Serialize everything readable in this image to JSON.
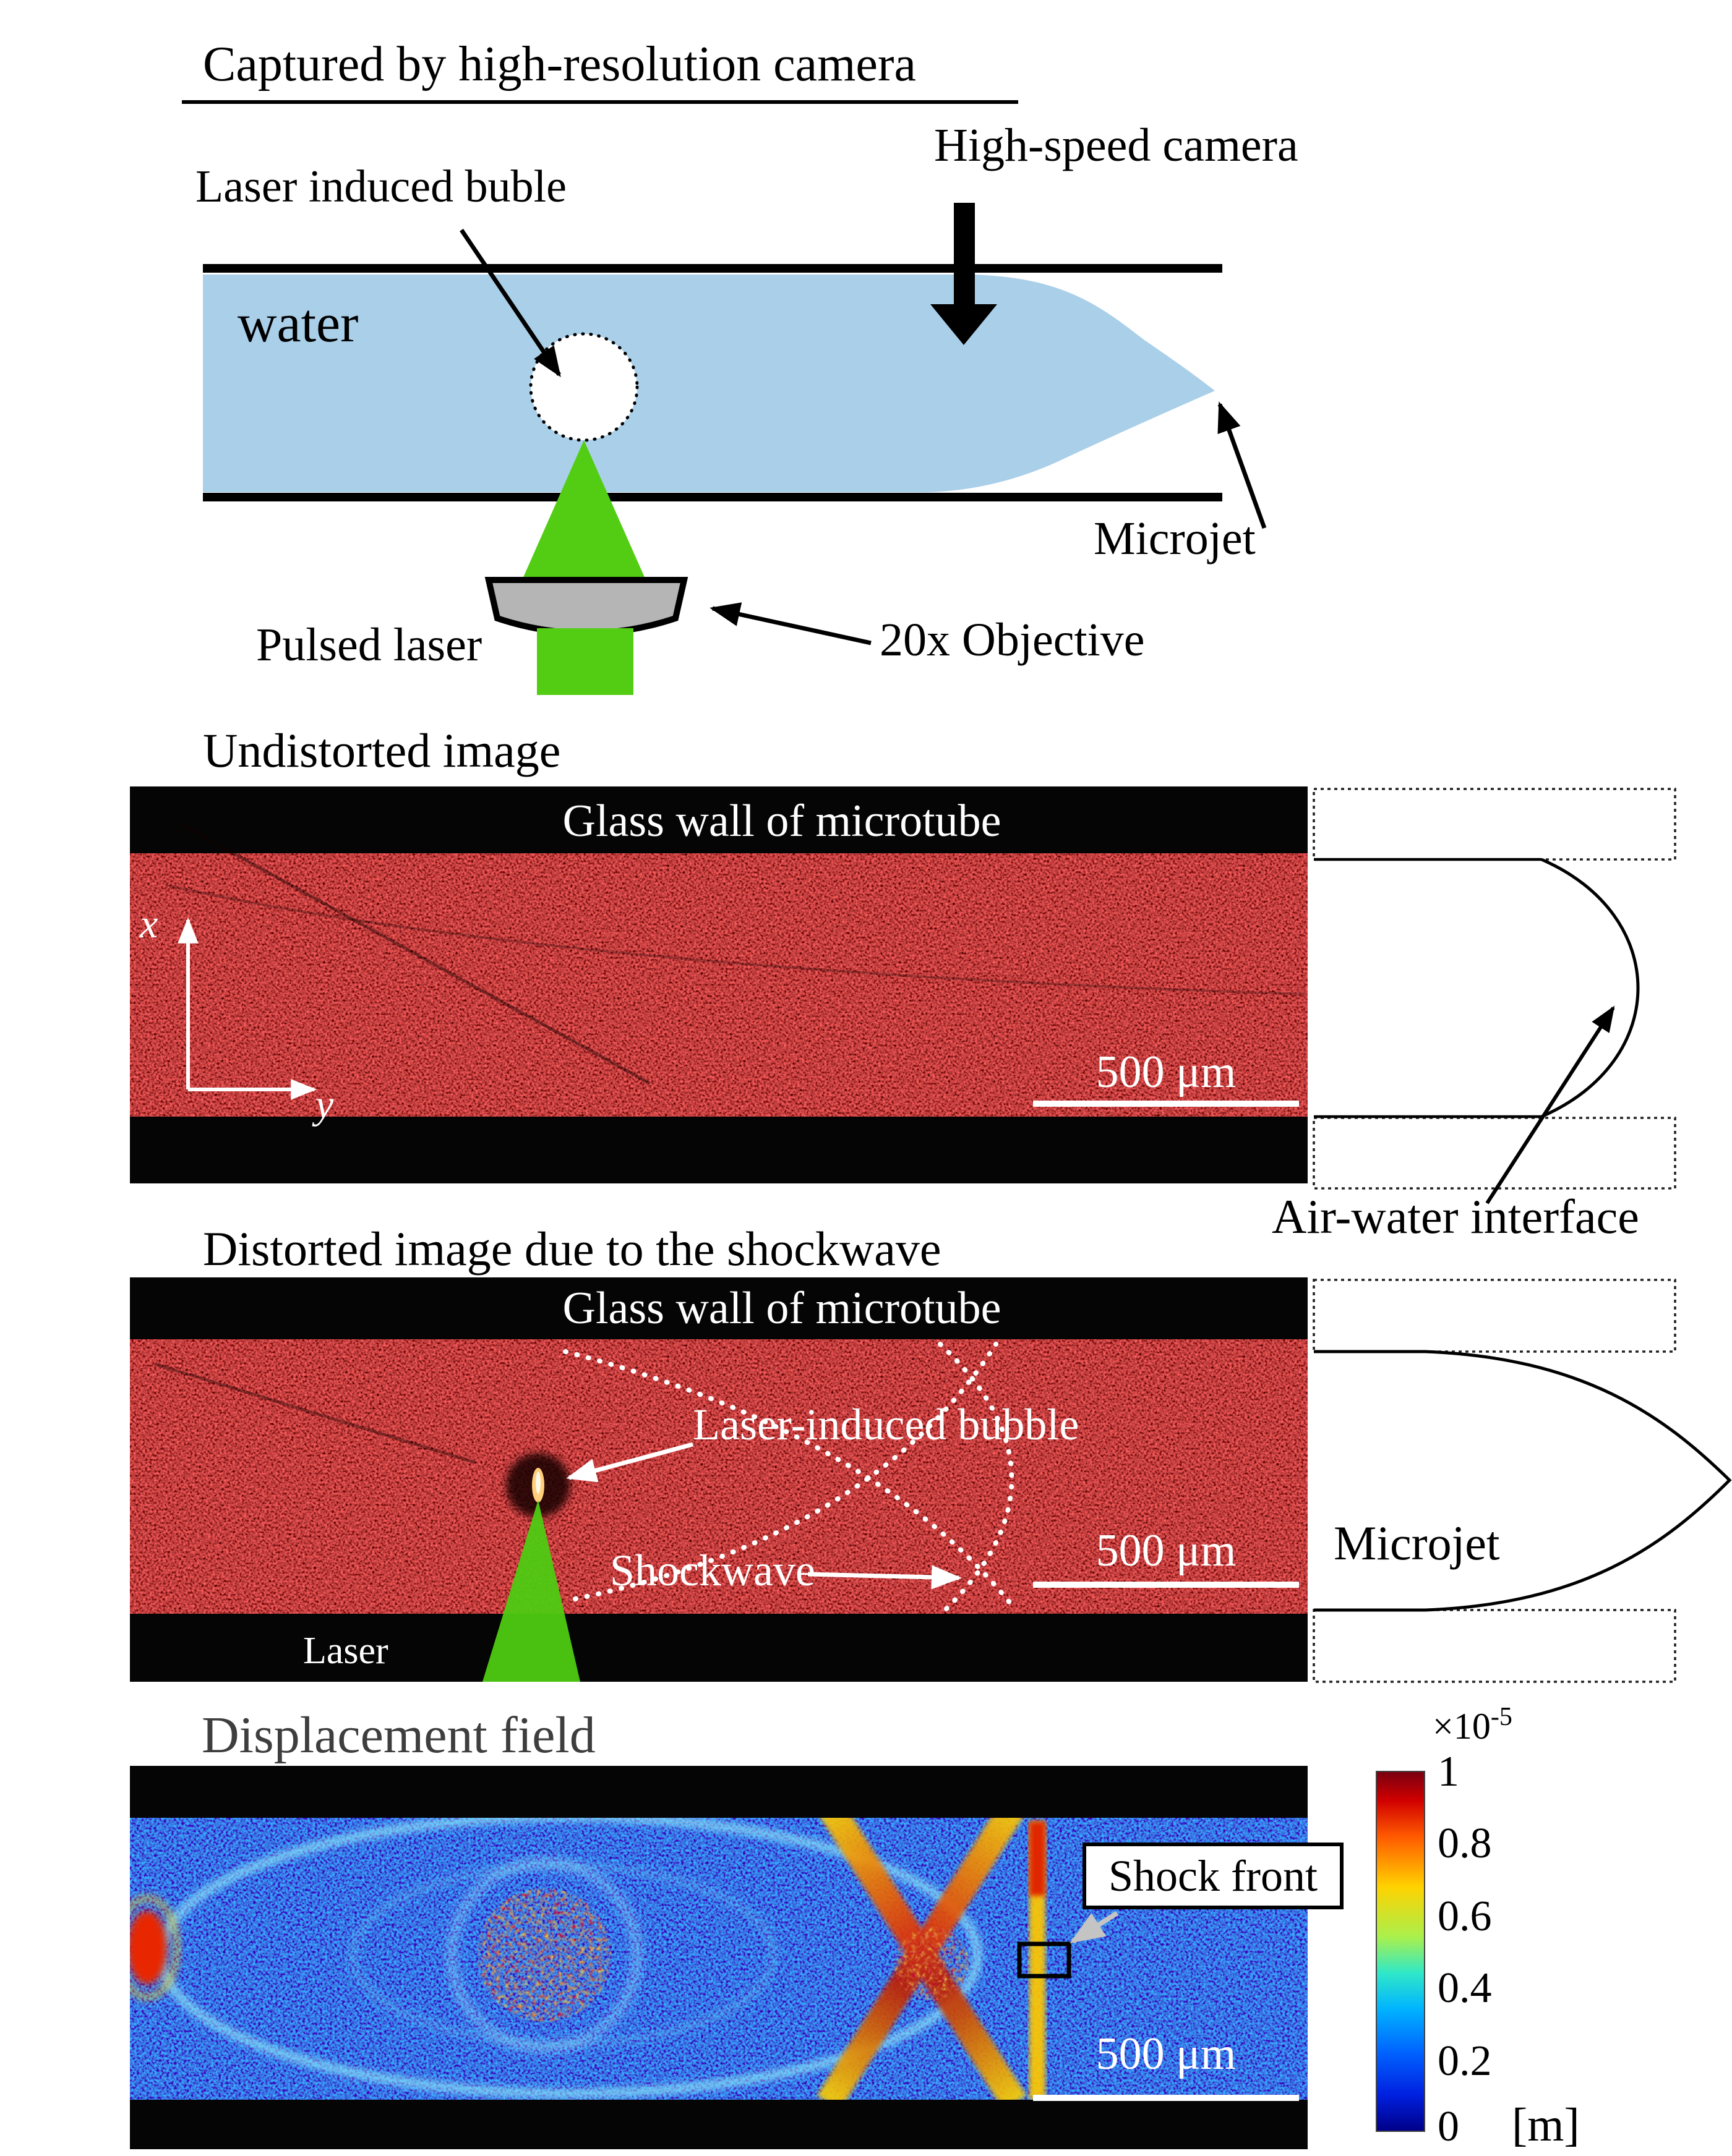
{
  "figure": {
    "schematic": {
      "title": "Captured by high-resolution camera",
      "camera_label": "High-speed camera",
      "bubble_label": "Laser induced buble",
      "water_label": "water",
      "microjet_label": "Microjet",
      "laser_label": "Pulsed laser",
      "objective_label": "20x Objective"
    },
    "undistorted": {
      "title": "Undistorted image",
      "glass_wall_label": "Glass wall of microtube",
      "x_axis": "x",
      "y_axis": "y",
      "scale_label": "500 μm"
    },
    "air_water_interface_label": "Air-water interface",
    "distorted": {
      "title": "Distorted image due to the shockwave",
      "glass_wall_label": "Glass wall of microtube",
      "bubble_label": "Laser-induced bubble",
      "shockwave_label": "Shockwave",
      "scale_label": "500 μm",
      "laser_label": "Laser",
      "microjet_label": "Microjet"
    },
    "displacement": {
      "title": "Displacement field",
      "shock_front_label": "Shock front",
      "scale_label": "500 μm"
    },
    "colorbar": {
      "multiplier_base": "×10",
      "multiplier_exponent": "-5",
      "ticks": [
        "1",
        "0.8",
        "0.6",
        "0.4",
        "0.2",
        "0"
      ],
      "unit_label": "[m]"
    },
    "colors": {
      "water_blue": "#a9cfe9",
      "laser_green": "#53cd14",
      "speckle_red": "#8a1010",
      "field_blue": "#1633b8",
      "hot_red": "#cc1100",
      "warm_yellow": "#ffd400"
    }
  }
}
